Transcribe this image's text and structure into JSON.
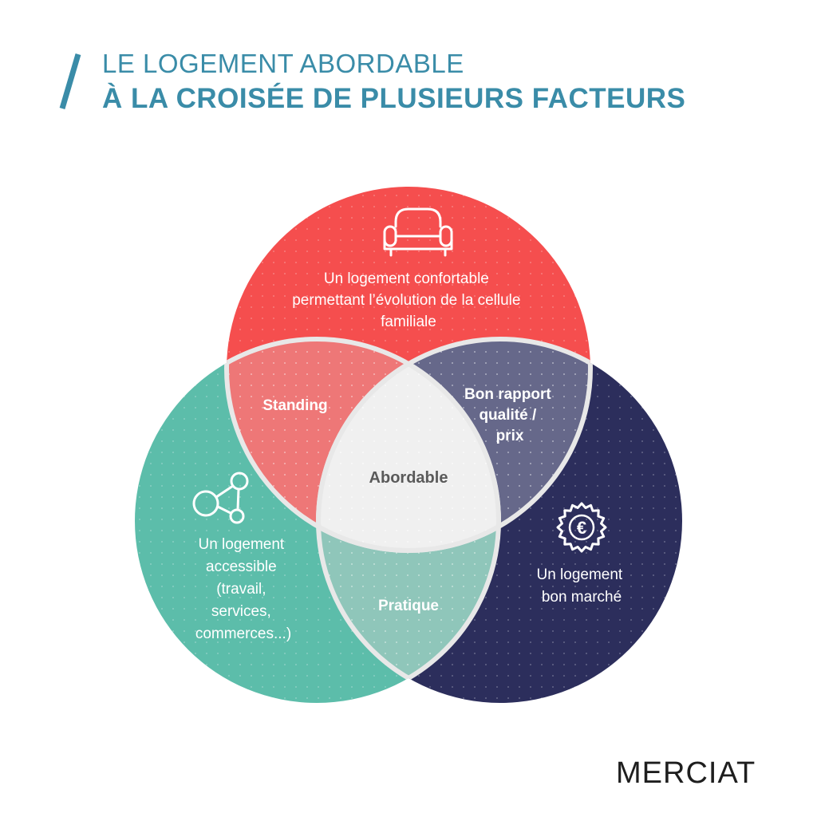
{
  "title": {
    "line1": "LE LOGEMENT ABORDABLE",
    "line2": "À LA CROISÉE DE PLUSIEURS FACTEURS"
  },
  "colors": {
    "title": "#3a8ca8",
    "top_circle": "#f54e4e",
    "left_circle": "#5cbdaa",
    "right_circle": "#2c2e5c",
    "standing": "#ee7777",
    "bon_rapport": "#66688a",
    "pratique": "#8fc6ba",
    "center": "#f0f0f0",
    "separator": "#e8e8e8"
  },
  "circles": {
    "top": {
      "icon": "armchair-icon",
      "lines": [
        "Un logement confortable",
        "permettant l’évolution de la cellule",
        "familiale"
      ]
    },
    "left": {
      "icon": "network-nodes-icon",
      "lines": [
        "Un logement",
        "accessible",
        "(travail,",
        "services,",
        "commerces...)"
      ]
    },
    "right": {
      "icon": "euro-badge-icon",
      "lines": [
        "Un logement",
        "bon marché"
      ]
    }
  },
  "overlaps": {
    "standing": [
      "Standing"
    ],
    "bon_rapport": [
      "Bon rapport",
      "qualité /",
      "prix"
    ],
    "pratique": [
      "Pratique"
    ],
    "center": [
      "Abordable"
    ]
  },
  "logo": {
    "text": "MERCIAT"
  }
}
